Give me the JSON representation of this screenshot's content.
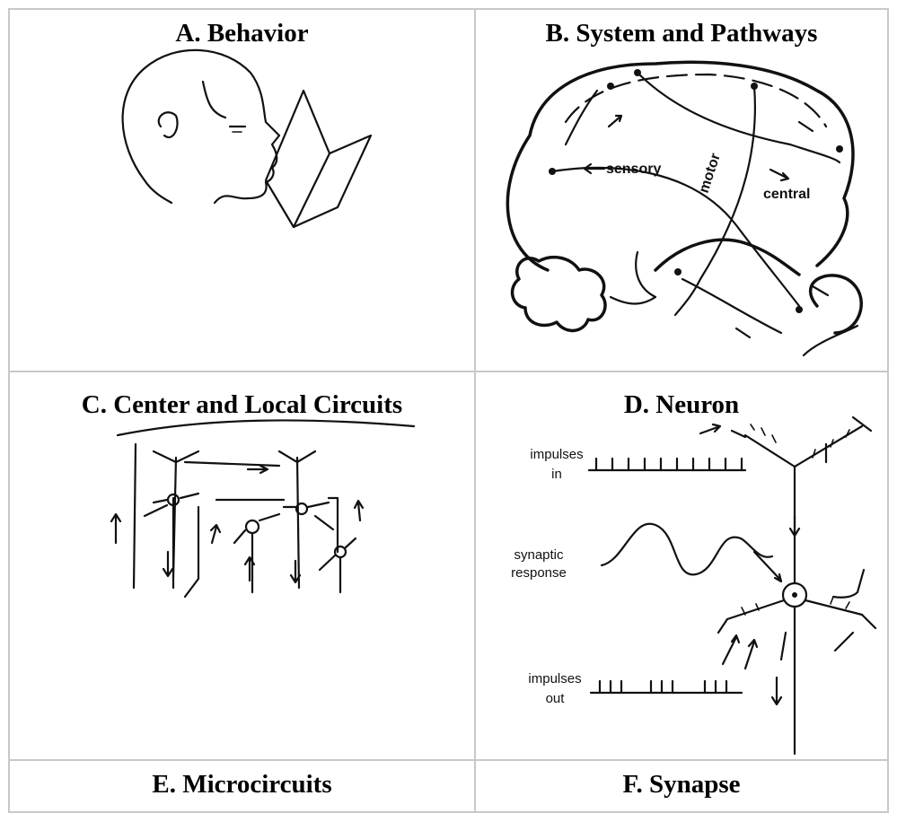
{
  "panels": {
    "a": {
      "title": "A. Behavior"
    },
    "b": {
      "title": "B. System and Pathways",
      "labels": {
        "sensory": "sensory",
        "motor": "motor",
        "central": "central"
      }
    },
    "c": {
      "title": "C. Center and Local Circuits"
    },
    "d": {
      "title": "D. Neuron",
      "labels": {
        "impulses_in_1": "impulses",
        "impulses_in_2": "in",
        "synaptic_1": "synaptic",
        "synaptic_2": "response",
        "impulses_out_1": "impulses",
        "impulses_out_2": "out"
      }
    },
    "e": {
      "title": "E. Microcircuits"
    },
    "f": {
      "title": "F. Synapse"
    }
  }
}
